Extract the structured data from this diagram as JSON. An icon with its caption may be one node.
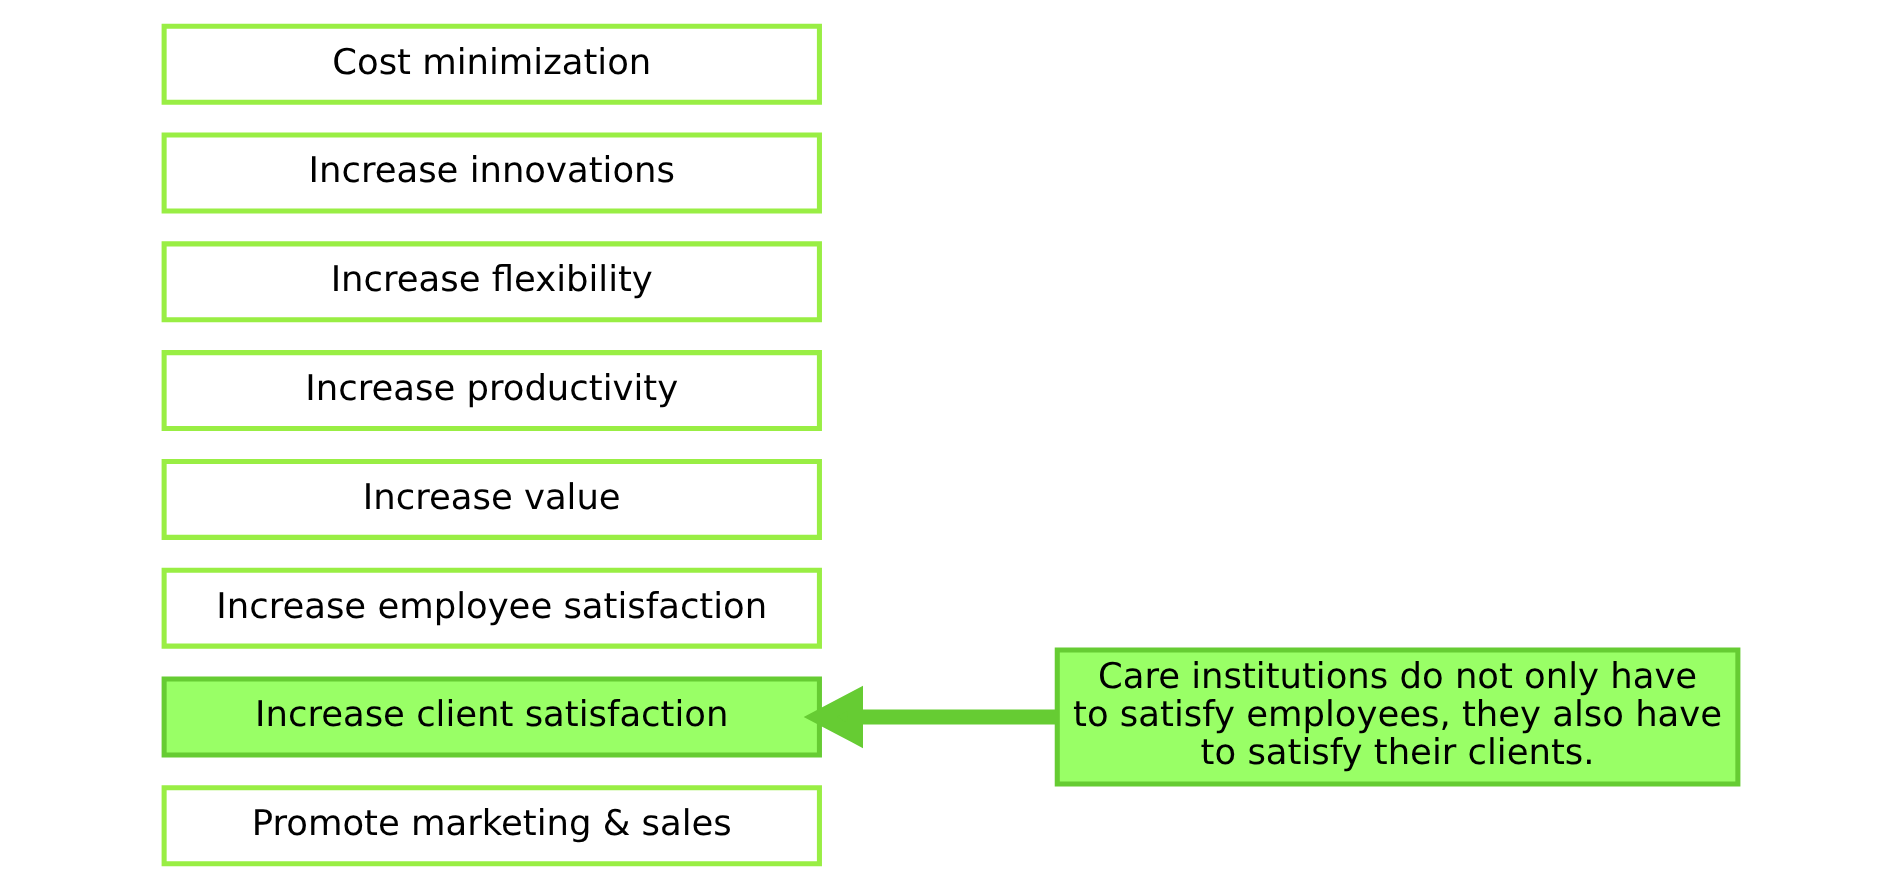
{
  "diagram": {
    "nodes": [
      {
        "text": [
          "Cost minimization"
        ]
      },
      {
        "text": [
          "Increase innovations"
        ]
      },
      {
        "text": [
          "Increase flexibility"
        ]
      },
      {
        "text": [
          "Increase productivity"
        ]
      },
      {
        "text": [
          "Increase value"
        ]
      },
      {
        "text": [
          "Increase employee satisfaction"
        ]
      },
      {
        "text": [
          "Increase client satisfaction"
        ]
      },
      {
        "text": [
          "Promote marketing & sales"
        ]
      },
      {
        "text": [
          "Care institutions do not only have to satisfy employees, they also have to satisfy their clients."
        ]
      }
    ],
    "edges": [
      {
        "from": 8,
        "to": 6,
        "arrow": "to",
        "color": "#66cc33"
      }
    ]
  }
}
